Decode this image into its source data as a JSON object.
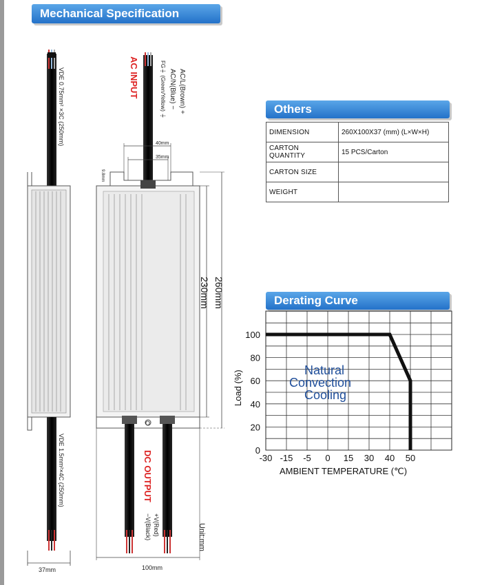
{
  "headers": {
    "mechanical": "Mechanical Specification",
    "others": "Others",
    "derating": "Derating Curve"
  },
  "others_table": [
    {
      "label": "DIMENSION",
      "value": "260X100X37 (mm) (L×W×H)"
    },
    {
      "label": "CARTON QUANTITY",
      "value": "15 PCS/Carton"
    },
    {
      "label": "CARTON SIZE",
      "value": ""
    },
    {
      "label": "WEIGHT",
      "value": ""
    }
  ],
  "drawing": {
    "ac_input": "AC INPUT",
    "ac_l": "AC/L(Brown) +",
    "ac_n": "AC/N(Blue) −",
    "fg": "FG⏚ (Green/Yellow) ⏚",
    "vde_top": "VDE  0.75mm² ×3C (250mm)",
    "vde_bottom": "VDE  1.5mm²×4C (250mm)",
    "dc_output": "DC OUTPUT",
    "v_plus": "+V(Red)",
    "v_minus": "−V(Black)",
    "dim_40": "40mm",
    "dim_35": "35mm",
    "dim_9": "9.8mm",
    "dim_260": "260mm",
    "dim_230": "230mm",
    "dim_37": "37mm",
    "dim_100": "100mm",
    "unit": "Unit:mm",
    "hole_label": "O"
  },
  "chart_data": {
    "type": "line",
    "title": "",
    "xlabel": "AMBIENT TEMPERATURE (℃)",
    "ylabel": "Load (%)",
    "x_ticks": [
      "-30",
      "-15",
      "-5",
      "0",
      "15",
      "30",
      "40",
      "50"
    ],
    "y_ticks": [
      "0",
      "20",
      "40",
      "60",
      "80",
      "100"
    ],
    "ylim": [
      0,
      100
    ],
    "series": [
      {
        "x": [
          "-30",
          "40",
          "50",
          "50"
        ],
        "y": [
          100,
          100,
          60,
          0
        ]
      }
    ],
    "annotation": [
      "Natural",
      "Convection",
      "Cooling"
    ],
    "grid": true
  }
}
